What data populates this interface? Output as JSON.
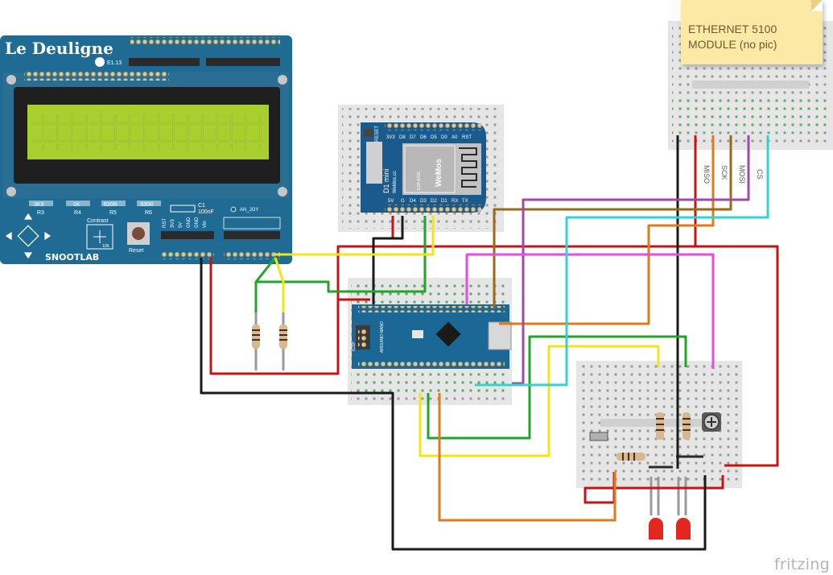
{
  "note": {
    "text": "ETHERNET 5100\nMODULE (no pic)"
  },
  "lcd_shield": {
    "brand": "Le Deuligne",
    "logo": "SNOOTLAB",
    "revision": "E1.13",
    "pot_label": "Contrast",
    "pot_value": "10K",
    "reset_label": "Reset",
    "cap_label": "C1",
    "cap_value": "100nF",
    "joy_label": "AN_JOY",
    "resistors": [
      {
        "value": "3K3",
        "name": "R3"
      },
      {
        "value": "1K",
        "name": "R4"
      },
      {
        "value": "620R",
        "name": "R5"
      },
      {
        "value": "330R",
        "name": "R6"
      }
    ],
    "power_pins": [
      "RST",
      "3V3",
      "5V",
      "GND",
      "GND",
      "Vin"
    ]
  },
  "wemos": {
    "top_pins": [
      "3V3",
      "D8",
      "D7",
      "D6",
      "D5",
      "D0",
      "A0",
      "RST"
    ],
    "bottom_pins": [
      "5V",
      "G",
      "D4",
      "D3",
      "D2",
      "D1",
      "RX",
      "TX"
    ],
    "reset_label": "RESET",
    "name": "D1 mini",
    "maker": "WeMos.cc",
    "module_model": "ESP-8266",
    "module_brand": "WeMos"
  },
  "nano": {
    "name": "ARDUINO NANO",
    "icsp": "ICSP"
  },
  "ethernet_wires": [
    {
      "label": "MISO",
      "color": "#b0b0b0"
    },
    {
      "label": "SCK",
      "color": "#b0b0b0"
    },
    {
      "label": "MOSI",
      "color": "#b0b0b0"
    },
    {
      "label": "CS",
      "color": "#b0b0b0"
    }
  ],
  "footer": {
    "brand": "fritzing"
  },
  "colors": {
    "shield_pcb": "#1f6b93",
    "lcd_bezel": "#1f1f1f",
    "lcd_screen": "#a7cf2e",
    "breadboard": "#e6e6e6",
    "hole_green": "#36b24a",
    "led": "#e3261e",
    "wire_red": "#c41416",
    "wire_black": "#1a1a1a",
    "wire_green": "#20a52a",
    "wire_yellow": "#f0e614",
    "wire_orange": "#e07a1a",
    "wire_brown": "#9a6a16",
    "wire_purple": "#a04aa8",
    "wire_magenta": "#e84ae6",
    "wire_cyan": "#34d2d0"
  }
}
